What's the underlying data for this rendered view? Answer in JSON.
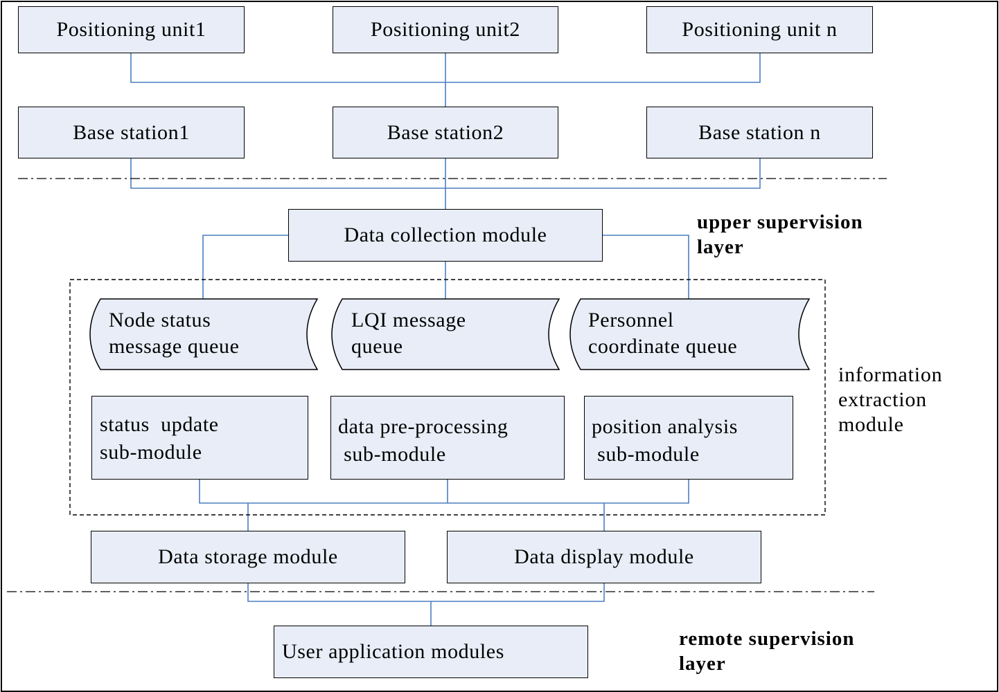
{
  "positioning_units": [
    "Positioning unit1",
    "Positioning unit2",
    "Positioning unit n"
  ],
  "base_stations": [
    "Base station1",
    "Base station2",
    "Base station n"
  ],
  "data_collection": "Data collection module",
  "upper_layer": [
    "upper supervision",
    "layer"
  ],
  "queues": [
    [
      "Node status",
      "message queue"
    ],
    [
      "LQI message",
      "queue"
    ],
    [
      "Personnel",
      "coordinate queue"
    ]
  ],
  "submodules": [
    [
      "status  update",
      "sub-module"
    ],
    [
      "data pre-processing",
      " sub-module"
    ],
    [
      "position analysis",
      " sub-module"
    ]
  ],
  "info_module": [
    "information",
    "extraction",
    "module"
  ],
  "data_storage": "Data storage module",
  "data_display": "Data display module",
  "user_app": "User application modules",
  "remote_layer": [
    "remote supervision",
    "layer"
  ],
  "colors": {
    "box_fill": "#e8edf7",
    "connector": "#4a7fc1",
    "border": "#000000"
  }
}
